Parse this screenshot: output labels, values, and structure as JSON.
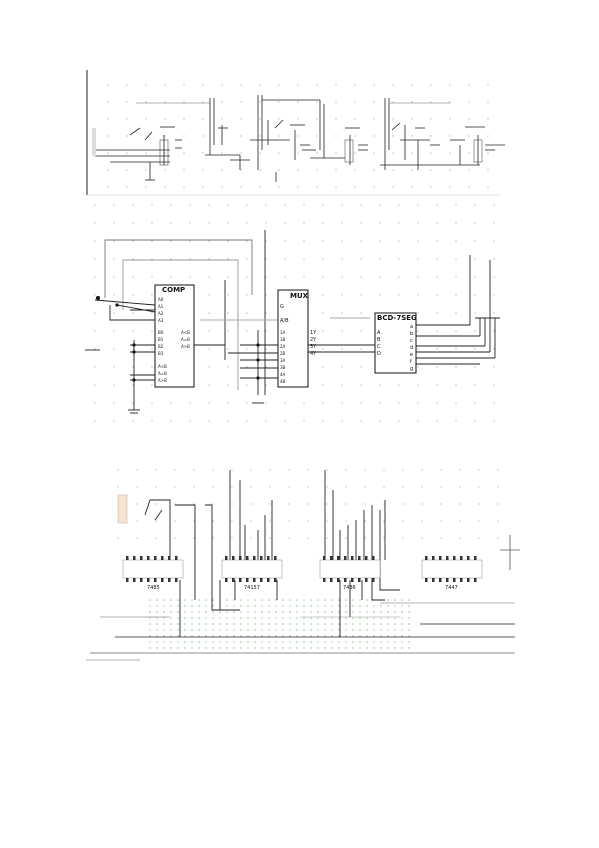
{
  "panel_bottom": {
    "chip_labels": [
      "7485",
      "74157",
      "7486",
      "7447"
    ]
  },
  "panel_middle": {
    "comp": {
      "title": "COMP",
      "left_pins": [
        "A0",
        "A1",
        "A2",
        "A3",
        "B0",
        "B1",
        "B2",
        "B3",
        "A<B",
        "A=B",
        "A>B"
      ],
      "right_pins": [
        "A<B",
        "A=B",
        "A>B"
      ]
    },
    "mux": {
      "title": "MUX",
      "top_pins": [
        "G",
        "A/B"
      ],
      "left_pins": [
        "1A",
        "1B",
        "2A",
        "2B",
        "3A",
        "3B",
        "4A",
        "4B"
      ],
      "right_pins": [
        "1Y",
        "2Y",
        "3Y",
        "4Y"
      ]
    },
    "bcd": {
      "title": "BCD-7SEG",
      "left_pins": [
        "A",
        "B",
        "C",
        "D"
      ],
      "right_pins": [
        "a",
        "b",
        "c",
        "d",
        "e",
        "f",
        "g"
      ]
    }
  },
  "colors": {
    "wire": "#1a1a1a",
    "grid_dot": "#777777",
    "breadboard_dot": "#55aa55",
    "faint_wire": "#b0b0b0"
  }
}
